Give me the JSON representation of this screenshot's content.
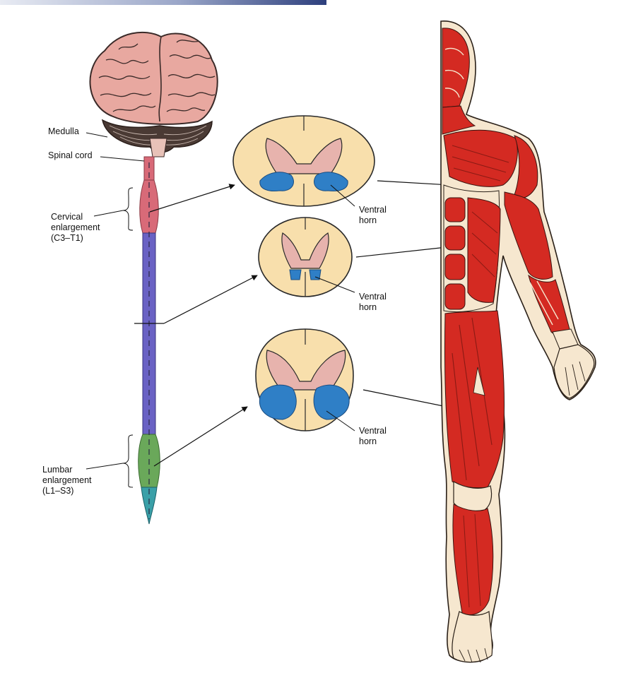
{
  "labels": {
    "medulla": "Medulla",
    "spinal_cord": "Spinal cord",
    "cervical_line1": "Cervical",
    "cervical_line2": "enlargement",
    "cervical_line3": "(C3–T1)",
    "lumbar_line1": "Lumbar",
    "lumbar_line2": "enlargement",
    "lumbar_line3": "(L1–S3)",
    "ventral_horn_line1": "Ventral",
    "ventral_horn_line2": "horn"
  },
  "colors": {
    "brain": "#e8a8a0",
    "cerebellum": "#4a3a34",
    "cervical_segment": "#d86a78",
    "thoracic_segment": "#6a62c4",
    "lumbar_segment": "#6aa85a",
    "sacral_segment": "#3aa0a8",
    "cord_white_matter": "#f8dfac",
    "cord_gray_matter": "#e7b3ad",
    "ventral_horn": "#2f7fc6",
    "muscle": "#d42a22",
    "skin_outline": "#f6e7cf"
  }
}
